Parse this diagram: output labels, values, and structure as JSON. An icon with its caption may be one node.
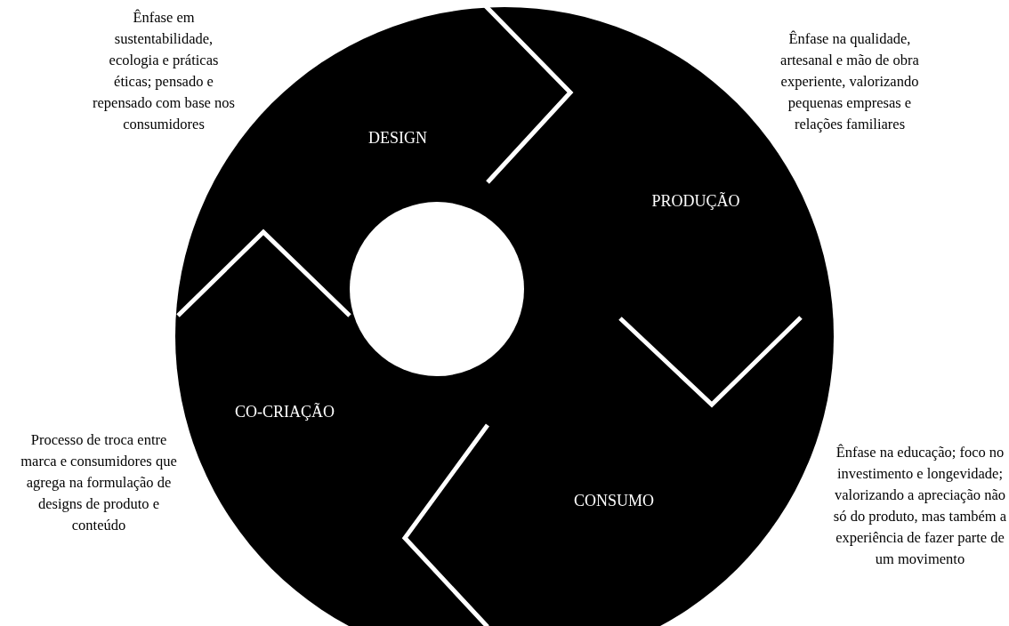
{
  "diagram": {
    "nodes": [
      {
        "text": [
          "DESIGN"
        ]
      },
      {
        "text": [
          "PRODUÇÃO"
        ]
      },
      {
        "text": [
          "CONSUMO"
        ]
      },
      {
        "text": [
          "CO-CRIAÇÃO"
        ]
      }
    ],
    "labels": [
      "Ênfase em sustentabilidade, ecologia e práticas éticas; pensado e repensado com base nos consumidores",
      "Ênfase na qualidade, artesanal e mão de obra experiente, valorizando pequenas empresas e relações familiares",
      "Processo de troca entre marca e consumidores que agrega na formulação de designs de produto e conteúdo",
      "Ênfase na educação; foco no investimento e longevidade; valorizando a apreciação não só do produto, mas também a experiência de fazer parte de um movimento"
    ]
  }
}
